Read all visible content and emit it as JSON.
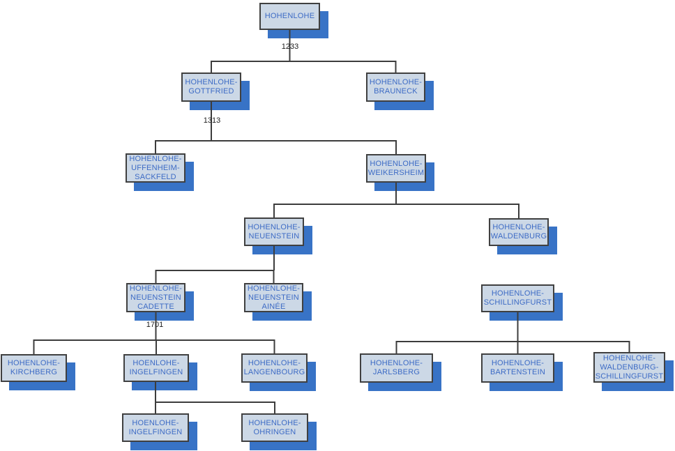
{
  "diagram_type": "family-tree",
  "colors": {
    "box_fill": "#ccd8e6",
    "box_border": "#404040",
    "box_shadow": "#3873c6",
    "box_text": "#3d6bc5",
    "connector_line": "#3c3c3c",
    "year_text": "#1c1c1c",
    "background": "#ffffff"
  },
  "years": {
    "hohenlohe_split": "1233",
    "gottfried_split": "1313",
    "cadette_split": "1701"
  },
  "nodes": [
    {
      "id": "hohenlohe",
      "label": "HOHENLOHE"
    },
    {
      "id": "hohenlohe-gottfried",
      "label": "HOHENLOHE-\nGOTTFRIED"
    },
    {
      "id": "hohenlohe-brauneck",
      "label": "HOHENLOHE-\nBRAUNECK"
    },
    {
      "id": "hohenlohe-uffenheim-sackfeld",
      "label": "HOHENLOHE-\nUFFENHEIM-\nSACKFELD"
    },
    {
      "id": "hohenlohe-weikersheim",
      "label": "HOHENLOHE-\nWEIKERSHEIM"
    },
    {
      "id": "hohenlohe-neuenstein",
      "label": "HOHENLOHE-\nNEUENSTEIN"
    },
    {
      "id": "hohenlohe-waldenburg",
      "label": "HOHENLOHE-\nWALDENBURG"
    },
    {
      "id": "hohenlohe-neuenstein-cadette",
      "label": "HOHENLOHE-\nNEUENSTEIN\nCADETTE"
    },
    {
      "id": "hohenlohe-neuenstein-ainee",
      "label": "HOHENLOHE-\nNEUENSTEIN\nAINÉE"
    },
    {
      "id": "hohenlohe-schillingfurst",
      "label": "HOHENLOHE-\nSCHILLINGFURST"
    },
    {
      "id": "hohenlohe-kirchberg",
      "label": "HOHENLOHE-\nKIRCHBERG"
    },
    {
      "id": "hoenlohe-ingelfingen",
      "label": "HOENLOHE-\nINGELFINGEN"
    },
    {
      "id": "hohenlohe-langenbourg",
      "label": "HOHENLOHE-\nLANGENBOURG"
    },
    {
      "id": "hohenlohe-jarlsberg",
      "label": "HOHENLOHE-\nJARLSBERG"
    },
    {
      "id": "hohenlohe-bartenstein",
      "label": "HOHENLOHE-\nBARTENSTEIN"
    },
    {
      "id": "hohenlohe-waldenburg-schillingfurst",
      "label": "HOHENLOHE-\nWALDENBURG-\nSCHILLINGFURST"
    },
    {
      "id": "hoenlohe-ingelfingen-2",
      "label": "HOENLOHE-\nINGELFINGEN"
    },
    {
      "id": "hohenlohe-ohringen",
      "label": "HOHENLOHE-\nOHRINGEN"
    }
  ]
}
